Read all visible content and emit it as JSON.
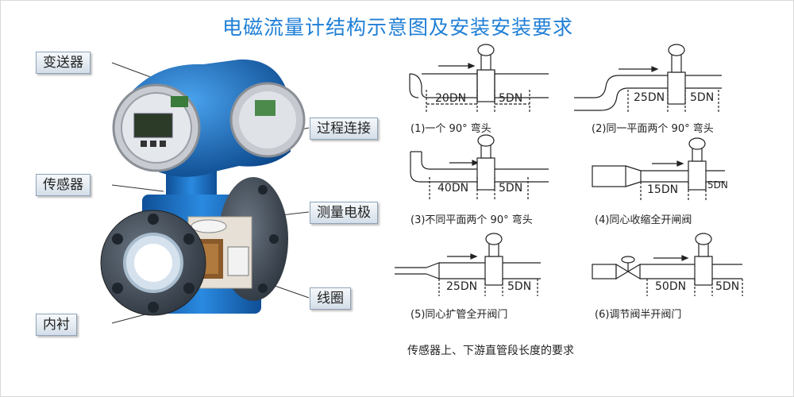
{
  "title": "电磁流量计结构示意图及安装安装要求",
  "labels": {
    "transmitter": "变送器",
    "process_connection": "过程连接",
    "sensor": "传感器",
    "electrode": "测量电极",
    "coil": "线圈",
    "lining": "内衬"
  },
  "diagrams": [
    {
      "caption": "(1)一个 90° 弯头",
      "up": "20DN",
      "down": "5DN"
    },
    {
      "caption": "(2)同一平面两个 90° 弯头",
      "up": "25DN",
      "down": "5DN"
    },
    {
      "caption": "(3)不同平面两个 90° 弯头",
      "up": "40DN",
      "down": "5DN"
    },
    {
      "caption": "(4)同心收缩全开闸阀",
      "up": "15DN",
      "down": "5DN"
    },
    {
      "caption": "(5)同心扩管全开阀门",
      "up": "25DN",
      "down": "5DN"
    },
    {
      "caption": "(6)调节阀半开阀门",
      "up": "50DN",
      "down": "5DN"
    }
  ],
  "footer": "传感器上、下游直管段长度的要求",
  "colors": {
    "title": "#1f7fd6",
    "body_blue": "#1a6fc4",
    "flange_dark": "#3c4652"
  }
}
